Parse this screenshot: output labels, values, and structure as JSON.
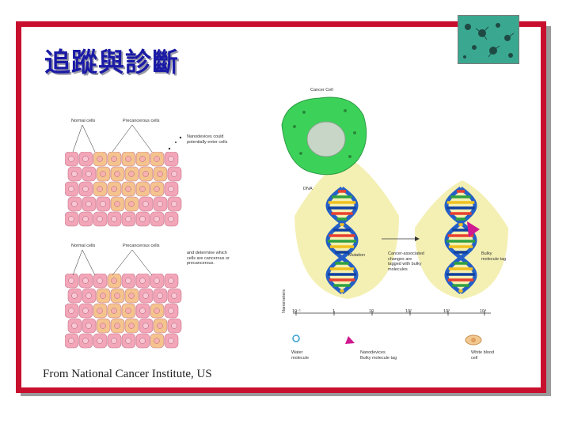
{
  "slide": {
    "title": "追蹤與診斷",
    "caption": "From National Cancer Institute, US"
  },
  "colors": {
    "frame": "#c8102e",
    "title": "#1a1aa6",
    "cell_normal": "#f2a6b8",
    "cell_precancer": "#f5c48e",
    "cancer_cell": "#3cd25a",
    "halo": "#f4f0b4",
    "thumbnail": "#3aa890"
  },
  "left_top": {
    "label_normal": "Normal cells",
    "label_precancer": "Precancerous cells",
    "label_note": "Nanodevices could potentially enter cells"
  },
  "left_bottom": {
    "label_normal": "Normal cells",
    "label_precancer": "Precancerous cells",
    "label_note": "and determine which cells are cancerous or precancerous."
  },
  "right": {
    "cancer_cell": "Cancer Cell",
    "dna": "DNA",
    "mutation": "Mutation",
    "changes": "Cancer-associated changes are tagged with bulky molecules",
    "tag": "Bulky molecule tag"
  },
  "scale": {
    "axis_label": "Nanometers",
    "ticks": [
      "10⁻¹",
      "1",
      "10",
      "10²",
      "10³",
      "10⁴"
    ],
    "water": "Water molecule",
    "nanodevices": "Nanodevices",
    "bulky": "Bulky molecule tag",
    "wbc": "White blood cell"
  }
}
